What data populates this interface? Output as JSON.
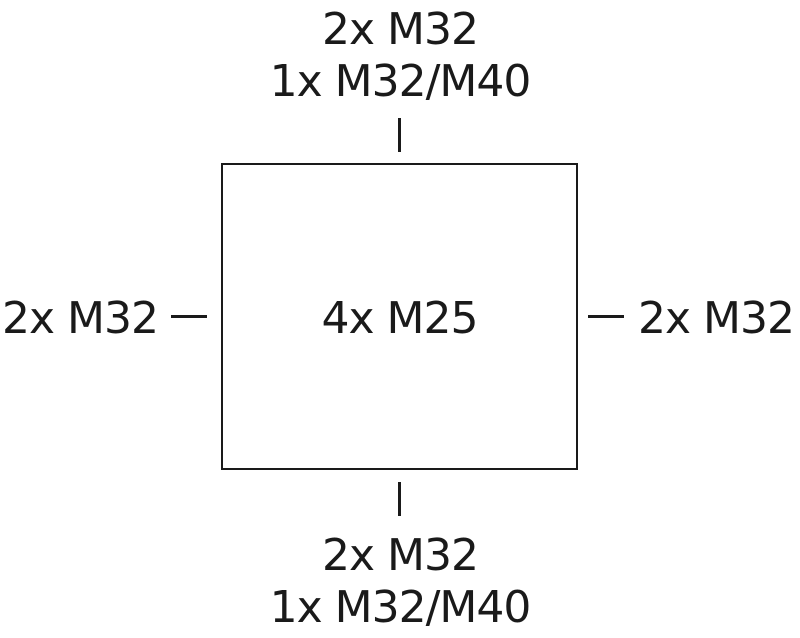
{
  "diagram": {
    "top": {
      "line1": "2x M32",
      "line2": "1x M32/M40"
    },
    "bottom": {
      "line1": "2x M32",
      "line2": "1x M32/M40"
    },
    "left": "2x M32",
    "right": "2x M32",
    "center": "4x M25"
  }
}
